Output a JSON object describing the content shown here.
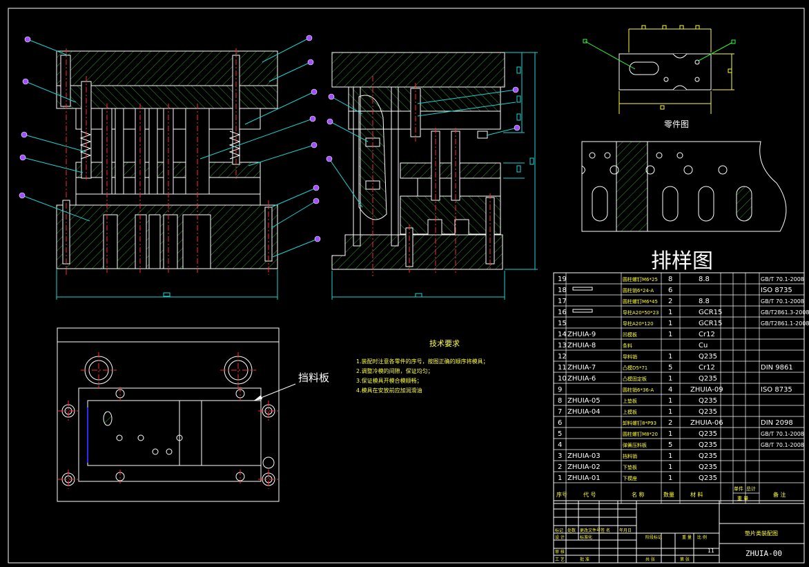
{
  "colors": {
    "background": "#000000",
    "line": "#ffffff",
    "hatch": "#2f9e2f",
    "leader": "#19d6d6",
    "center": "#ff2a2a",
    "text_yellow": "#ffff33",
    "text_green": "#33ff33",
    "text_white": "#ffffff",
    "balloon": "#a050ff",
    "part_blue": "#2a2aff"
  },
  "views": {
    "part_drawing_caption": "零件图",
    "layout_caption": "排样图",
    "stop_plate_label": "挡料板"
  },
  "tech_requirements": {
    "title": "技术要求",
    "items": [
      "1.装配时注意各零件的序号，按图正确的顺序将模具；",
      "2.调整冷模的间隙，保证均匀；",
      "3.保证模具开模合模顺畅；",
      "4.模具在安放前应加润滑油"
    ]
  },
  "bom": {
    "rows": [
      {
        "no": "19",
        "code": "",
        "name": "圆柱螺钉M6*25",
        "qty": "8",
        "material": "8.8",
        "standard": "GB/T 70.1-2008"
      },
      {
        "no": "18",
        "code": "symbol",
        "name": "圆柱销6*24-A",
        "qty": "6",
        "material": "",
        "standard": "ISO 8735"
      },
      {
        "no": "17",
        "code": "",
        "name": "圆柱螺钉M6*45",
        "qty": "2",
        "material": "8.8",
        "standard": "GB/T 70.1-2008"
      },
      {
        "no": "16",
        "code": "symbol",
        "name": "导柱A20*50*23",
        "qty": "1",
        "material": "GCR15",
        "standard": "GB/T2861.3-2008"
      },
      {
        "no": "15",
        "code": "",
        "name": "导柱A20*120",
        "qty": "1",
        "material": "GCR15",
        "standard": "GB/T2861.1-2008"
      },
      {
        "no": "14",
        "code": "ZHUIA-9",
        "name": "凹模板",
        "qty": "1",
        "material": "Cr12",
        "standard": ""
      },
      {
        "no": "13",
        "code": "ZHUIA-8",
        "name": "条料",
        "qty": "",
        "material": "Cu",
        "standard": ""
      },
      {
        "no": "12",
        "code": "",
        "name": "导料销",
        "qty": "1",
        "material": "Q235",
        "standard": ""
      },
      {
        "no": "11",
        "code": "ZHUIA-7",
        "name": "凸模D5*71",
        "qty": "5",
        "material": "Cr12",
        "standard": "DIN 9861"
      },
      {
        "no": "10",
        "code": "ZHUIA-6",
        "name": "凸模固定板",
        "qty": "1",
        "material": "Q235",
        "standard": ""
      },
      {
        "no": "9",
        "code": "",
        "name": "圆柱销6*36-A",
        "qty": "4",
        "material": "ZHUIA-09",
        "standard": "ISO 8735"
      },
      {
        "no": "8",
        "code": "ZHUIA-05",
        "name": "上垫板",
        "qty": "1",
        "material": "Q235",
        "standard": ""
      },
      {
        "no": "7",
        "code": "ZHUIA-04",
        "name": "上模板",
        "qty": "1",
        "material": "Q235",
        "standard": ""
      },
      {
        "no": "6",
        "code": "",
        "name": "卸料螺钉8*P93",
        "qty": "2",
        "material": "ZHUIA-06",
        "standard": "DIN 2098"
      },
      {
        "no": "5",
        "code": "",
        "name": "圆柱螺钉M8*20",
        "qty": "1",
        "material": "Q235",
        "standard": "GB/T 70.1-2008"
      },
      {
        "no": "4",
        "code": "",
        "name": "弹簧压料板",
        "qty": "5",
        "material": "Q235",
        "standard": "GB/T 70.1-2008"
      },
      {
        "no": "3",
        "code": "ZHUIA-03",
        "name": "挡料销",
        "qty": "1",
        "material": "Q235",
        "standard": ""
      },
      {
        "no": "2",
        "code": "ZHUIA-02",
        "name": "下垫板",
        "qty": "1",
        "material": "Q235",
        "standard": ""
      },
      {
        "no": "1",
        "code": "ZHUIA-01",
        "name": "下模座",
        "qty": "1",
        "material": "Q235",
        "standard": ""
      }
    ],
    "header": {
      "no": "序号",
      "code": "代  号",
      "name": "名  称",
      "qty": "数量",
      "material": "材  料",
      "unit_w": "单件",
      "total_w": "总计",
      "weight": "重  量",
      "note": "备  注"
    }
  },
  "title_block": {
    "drawing_title": "垫片类装配图",
    "drawing_no": "ZHUIA-00",
    "row_labels": [
      "标记",
      "处数",
      "更改文件号",
      "签 名",
      "年月日"
    ],
    "design_labels": [
      "设 计",
      "标准化",
      "阶段标记",
      "重 量",
      "比 例"
    ],
    "bottom_labels": [
      "审 核",
      "",
      "",
      "",
      "共 张",
      "第 张"
    ],
    "bottom_labels2": [
      "工 艺",
      "批 准"
    ],
    "sheet_count": "11"
  }
}
